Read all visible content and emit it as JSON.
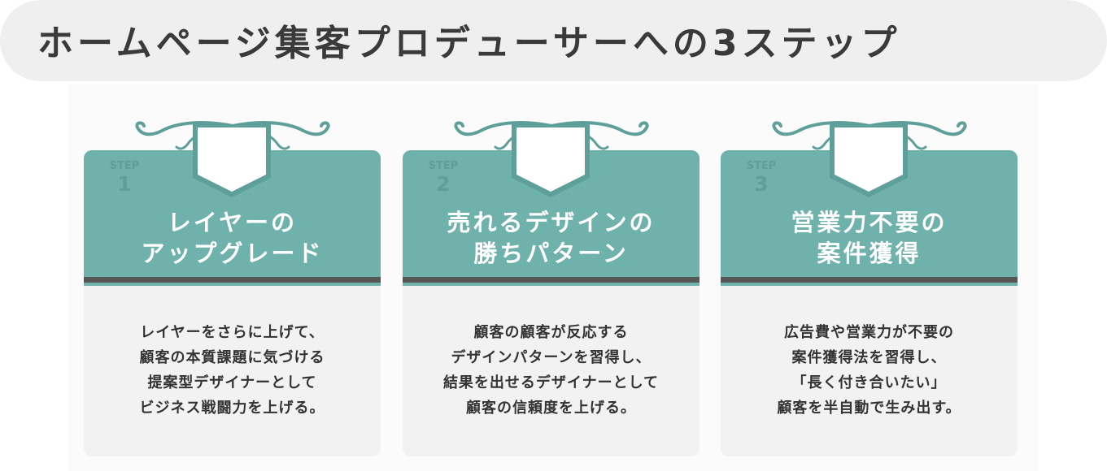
{
  "title": "ホームページ集客プロデューサーへの3ステップ",
  "colors": {
    "teal": "#6fb1ab",
    "dark_rule": "#565656",
    "title_bg": "#efefef",
    "card_body": "#f2f2f2"
  },
  "steps": [
    {
      "step_label": "STEP",
      "number": "1",
      "heading_lines": [
        "レイヤーの",
        "アップグレード"
      ],
      "desc_lines": [
        "レイヤーをさらに上げて、",
        "顧客の本質課題に気づける",
        "提案型デザイナーとして",
        "ビジネス戦闘力を上げる。"
      ]
    },
    {
      "step_label": "STEP",
      "number": "2",
      "heading_lines": [
        "売れるデザインの",
        "勝ちパターン"
      ],
      "desc_lines": [
        "顧客の顧客が反応する",
        "デザインパターンを習得し、",
        "結果を出せるデザイナーとして",
        "顧客の信頼度を上げる。"
      ]
    },
    {
      "step_label": "STEP",
      "number": "3",
      "heading_lines": [
        "営業力不要の",
        "案件獲得"
      ],
      "desc_lines": [
        "広告費や営業力が不要の",
        "案件獲得法を習得し、",
        "「長く付き合いたい」",
        "顧客を半自動で生み出す。"
      ]
    }
  ]
}
